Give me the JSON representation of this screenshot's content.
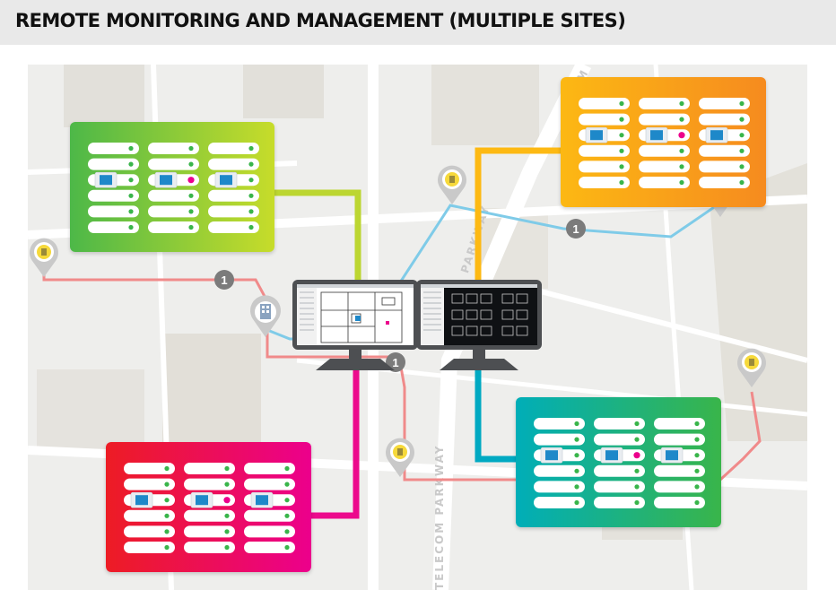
{
  "header": {
    "title": "REMOTE MONITORING AND MANAGEMENT (MULTIPLE SITES)"
  },
  "map": {
    "street_labels": [
      "PARKWAY",
      "TELECOM PARKWAY",
      "DOM"
    ],
    "route_badges": [
      "1",
      "1",
      "1"
    ]
  },
  "sites": [
    {
      "id": "green-site",
      "gradient": [
        "#4db848",
        "#c7dc2a"
      ],
      "link_color": "#bcd631"
    },
    {
      "id": "orange-site",
      "gradient": [
        "#fcb813",
        "#f68b1f"
      ],
      "link_color": "#fdb913"
    },
    {
      "id": "red-site",
      "gradient": [
        "#ed1c24",
        "#ec008c"
      ],
      "link_color": "#ec0a8c"
    },
    {
      "id": "teal-site",
      "gradient": [
        "#00aeb8",
        "#39b54a"
      ],
      "link_color": "#00a9c2"
    }
  ],
  "colors": {
    "route_blue": "#7fcbe8",
    "route_red": "#f08a8a",
    "pin_yellow": "#f6d93b",
    "server_led": "#39b54a",
    "alert_led": "#ec008c",
    "module_blue": "#1e88c9",
    "monitor_frame": "#4d4f52"
  }
}
